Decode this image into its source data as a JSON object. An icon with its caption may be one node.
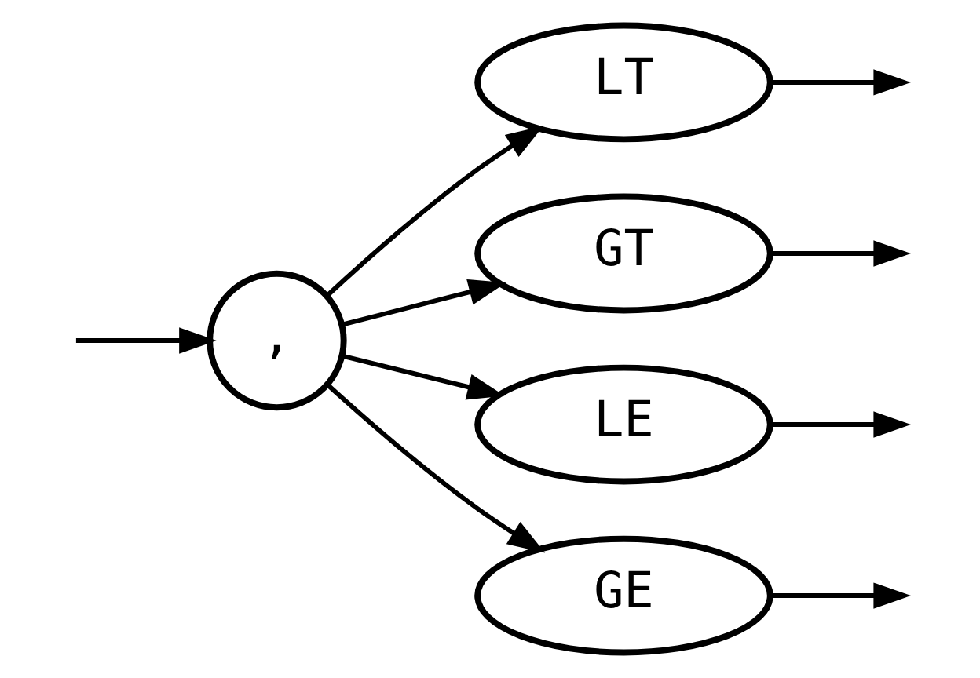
{
  "diagram": {
    "nodes": [
      {
        "text": [
          ","
        ]
      },
      {
        "text": [
          "LT"
        ]
      },
      {
        "text": [
          "GT"
        ]
      },
      {
        "text": [
          "LE"
        ]
      },
      {
        "text": [
          "GE"
        ]
      }
    ],
    "edges": [
      {
        "from": null,
        "to": 0,
        "arrow": "to"
      },
      {
        "from": 0,
        "to": 1,
        "arrow": "to"
      },
      {
        "from": 0,
        "to": 2,
        "arrow": "to"
      },
      {
        "from": 0,
        "to": 3,
        "arrow": "to"
      },
      {
        "from": 0,
        "to": 4,
        "arrow": "to"
      },
      {
        "from": 1,
        "to": null,
        "arrow": "to"
      },
      {
        "from": 2,
        "to": null,
        "arrow": "to"
      },
      {
        "from": 3,
        "to": null,
        "arrow": "to"
      },
      {
        "from": 4,
        "to": null,
        "arrow": "to"
      }
    ]
  }
}
